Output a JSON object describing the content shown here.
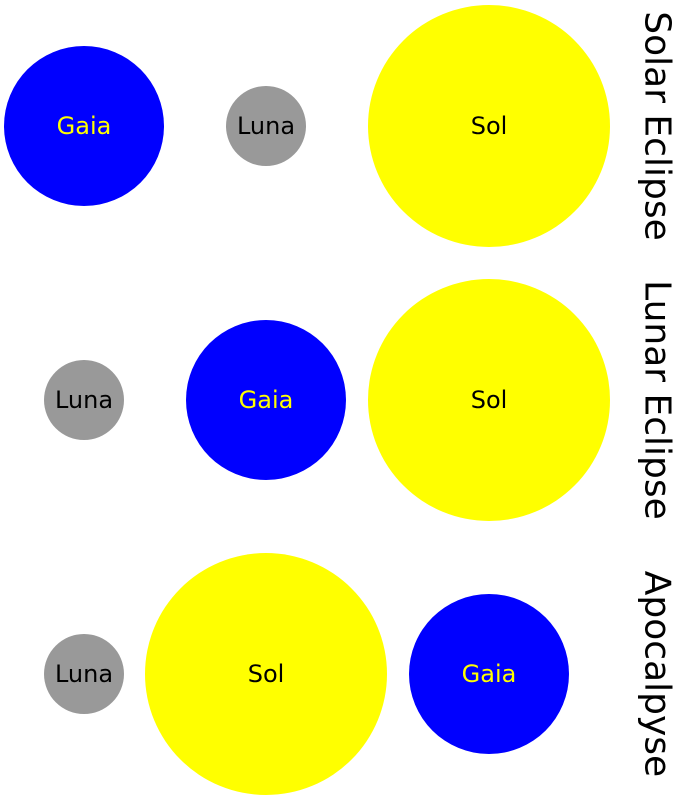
{
  "rows": [
    {
      "title": "Solar Eclipse",
      "bodies": [
        {
          "label": "Gaia",
          "color": "#0000ff",
          "text_color": "#ffff00"
        },
        {
          "label": "Luna",
          "color": "#999999",
          "text_color": "#000000"
        },
        {
          "label": "Sol",
          "color": "#ffff00",
          "text_color": "#000000"
        }
      ]
    },
    {
      "title": "Lunar Eclipse",
      "bodies": [
        {
          "label": "Luna",
          "color": "#999999",
          "text_color": "#000000"
        },
        {
          "label": "Gaia",
          "color": "#0000ff",
          "text_color": "#ffff00"
        },
        {
          "label": "Sol",
          "color": "#ffff00",
          "text_color": "#000000"
        }
      ]
    },
    {
      "title": "Apocalpyse",
      "bodies": [
        {
          "label": "Luna",
          "color": "#999999",
          "text_color": "#000000"
        },
        {
          "label": "Sol",
          "color": "#ffff00",
          "text_color": "#000000"
        },
        {
          "label": "Gaia",
          "color": "#0000ff",
          "text_color": "#ffff00"
        }
      ]
    }
  ]
}
